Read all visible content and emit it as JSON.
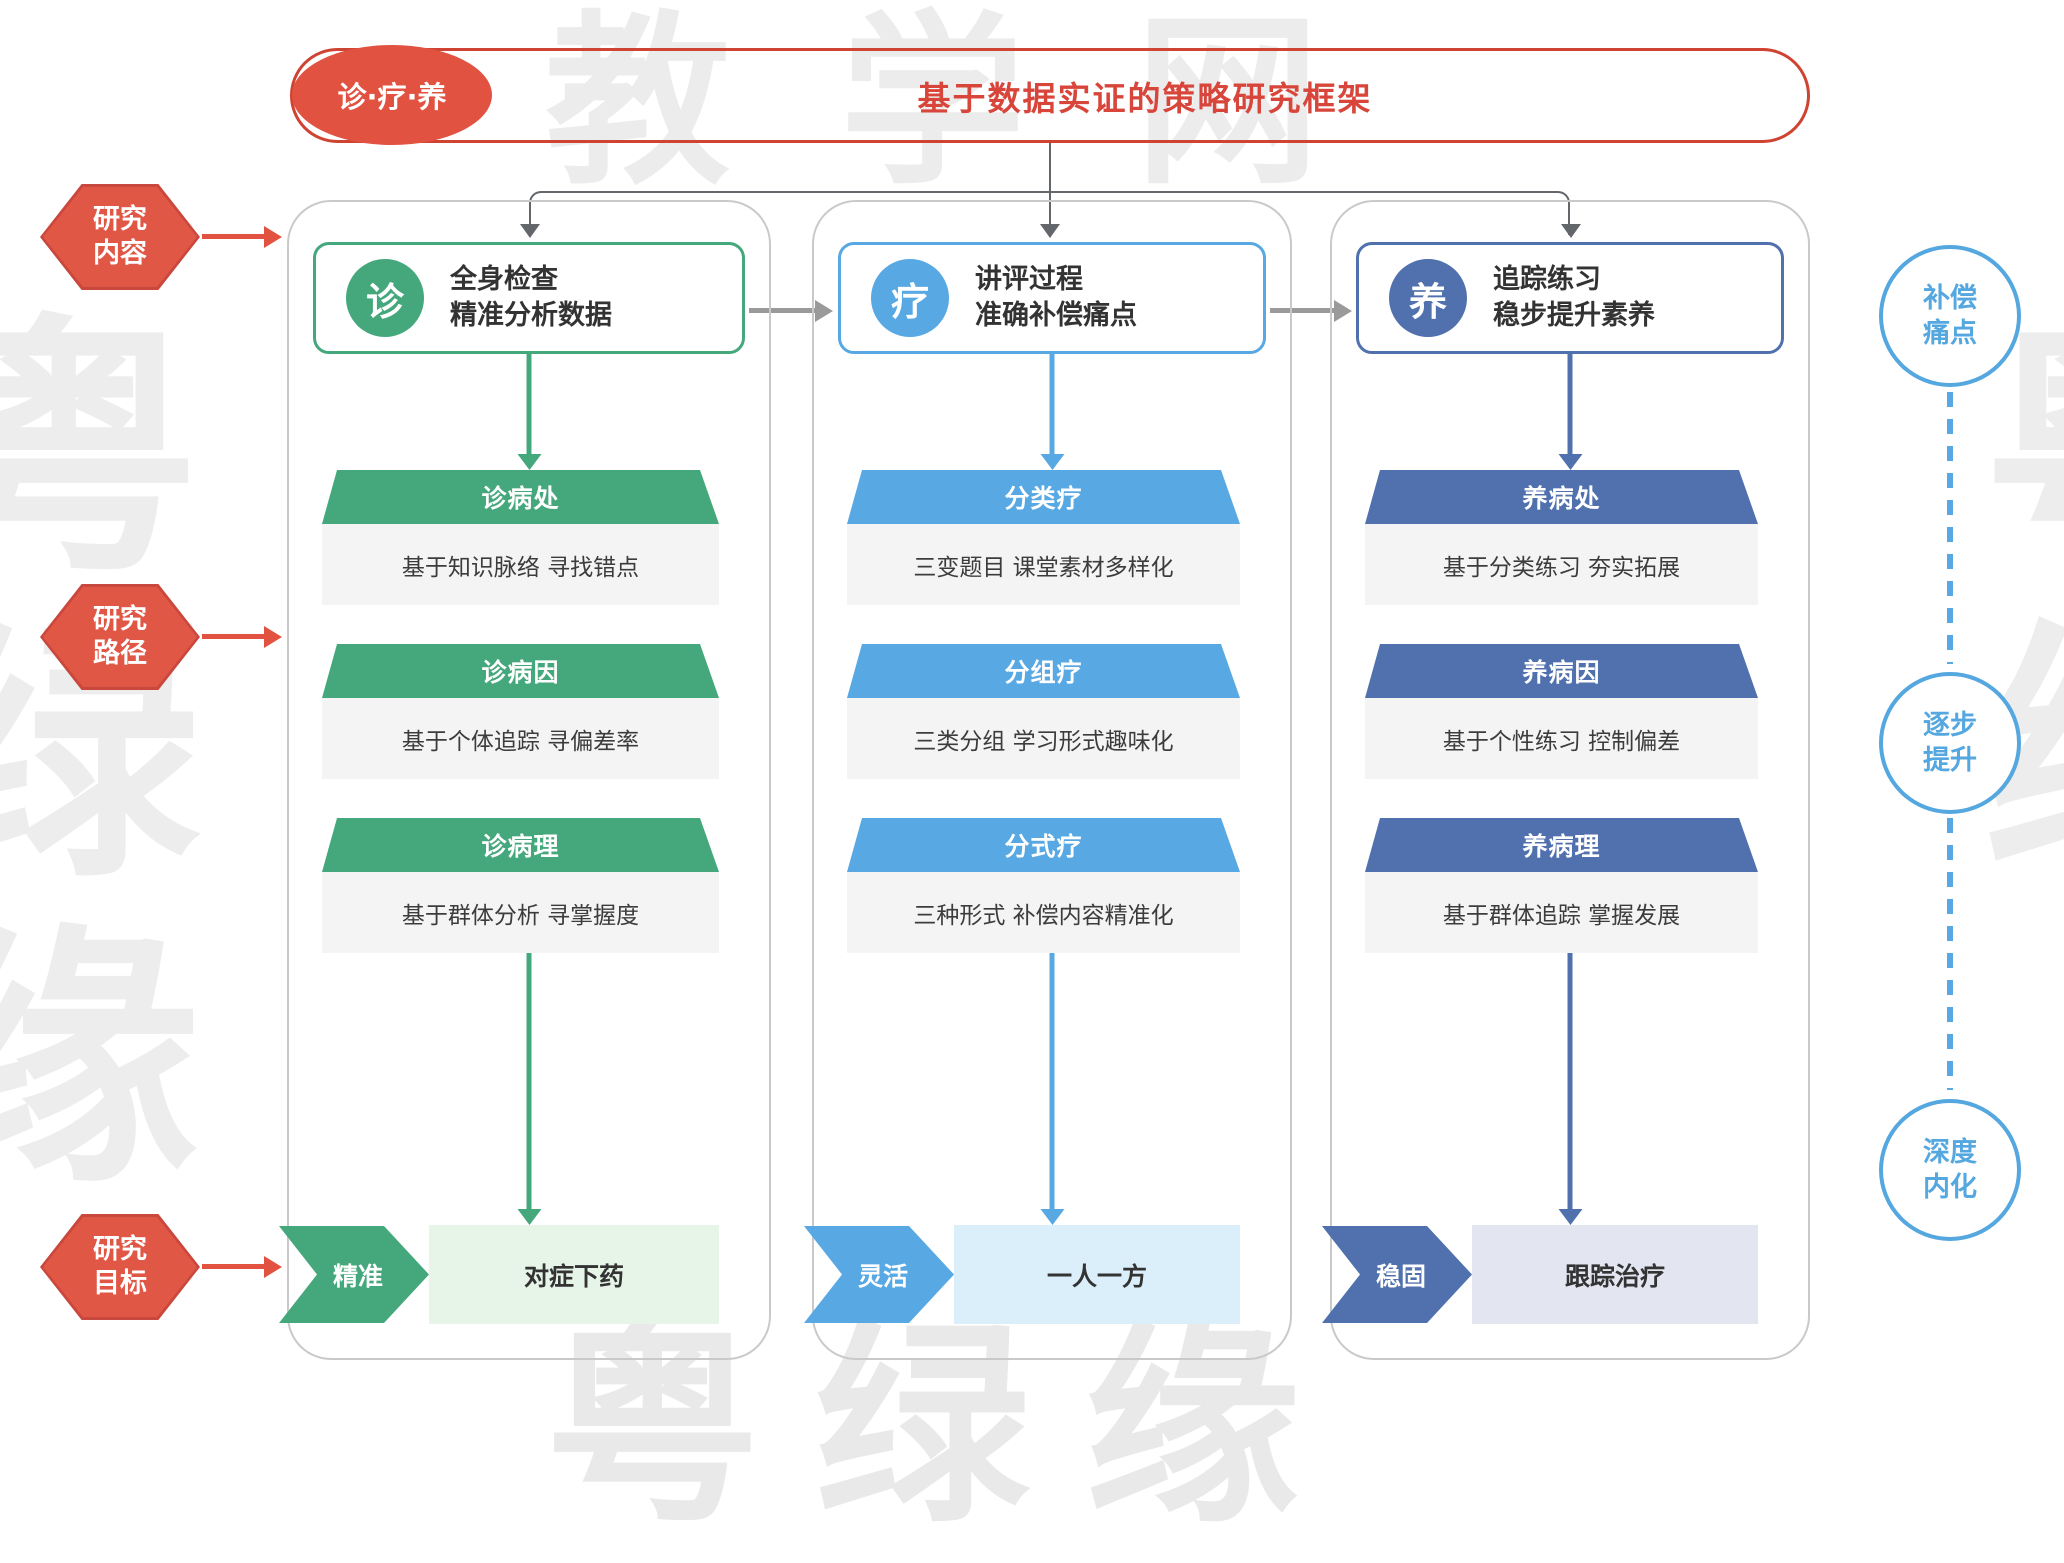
{
  "banner": {
    "badge": "诊·疗·养",
    "title": "基于数据实证的策略研究框架"
  },
  "left_rail": [
    {
      "label": "研究内容"
    },
    {
      "label": "研究路径"
    },
    {
      "label": "研究目标"
    }
  ],
  "right_rail": [
    {
      "label": "补偿痛点"
    },
    {
      "label": "逐步提升"
    },
    {
      "label": "深度内化"
    }
  ],
  "columns": [
    {
      "icon": "诊",
      "title_line1": "全身检查",
      "title_line2": "精准分析数据",
      "color": "#45a87c",
      "light_color": "#e7f4e8",
      "rows": [
        {
          "label": "诊病处",
          "desc": "基于知识脉络 寻找错点"
        },
        {
          "label": "诊病因",
          "desc": "基于个体追踪 寻偏差率"
        },
        {
          "label": "诊病理",
          "desc": "基于群体分析 寻掌握度"
        }
      ],
      "chevron": "精准",
      "result": "对症下药"
    },
    {
      "icon": "疗",
      "title_line1": "讲评过程",
      "title_line2": "准确补偿痛点",
      "color": "#58a8e3",
      "light_color": "#dbeffb",
      "rows": [
        {
          "label": "分类疗",
          "desc": "三变题目 课堂素材多样化"
        },
        {
          "label": "分组疗",
          "desc": "三类分组 学习形式趣味化"
        },
        {
          "label": "分式疗",
          "desc": "三种形式 补偿内容精准化"
        }
      ],
      "chevron": "灵活",
      "result": "一人一方"
    },
    {
      "icon": "养",
      "title_line1": "追踪练习",
      "title_line2": "稳步提升素养",
      "color": "#5071ad",
      "light_color": "#e3e6f1",
      "rows": [
        {
          "label": "养病处",
          "desc": "基于分类练习 夯实拓展"
        },
        {
          "label": "养病因",
          "desc": "基于个性练习 控制偏差"
        },
        {
          "label": "养病理",
          "desc": "基于群体追踪 掌握发展"
        }
      ],
      "chevron": "稳固",
      "result": "跟踪治疗"
    }
  ],
  "watermarks": {
    "top": "教学网",
    "bottom": "粤绿缘",
    "left": "粤绿缘",
    "right": "粤绿"
  },
  "colors": {
    "red": "#e15241",
    "red_dark": "#c9473c",
    "banner_border": "#cf4332",
    "container_border": "#c9c9c9",
    "connector_gray": "#63666a",
    "inter_arrow_gray": "#9a9a9a",
    "rail_blue": "#55a7e0",
    "desc_bg": "#f4f4f5"
  }
}
